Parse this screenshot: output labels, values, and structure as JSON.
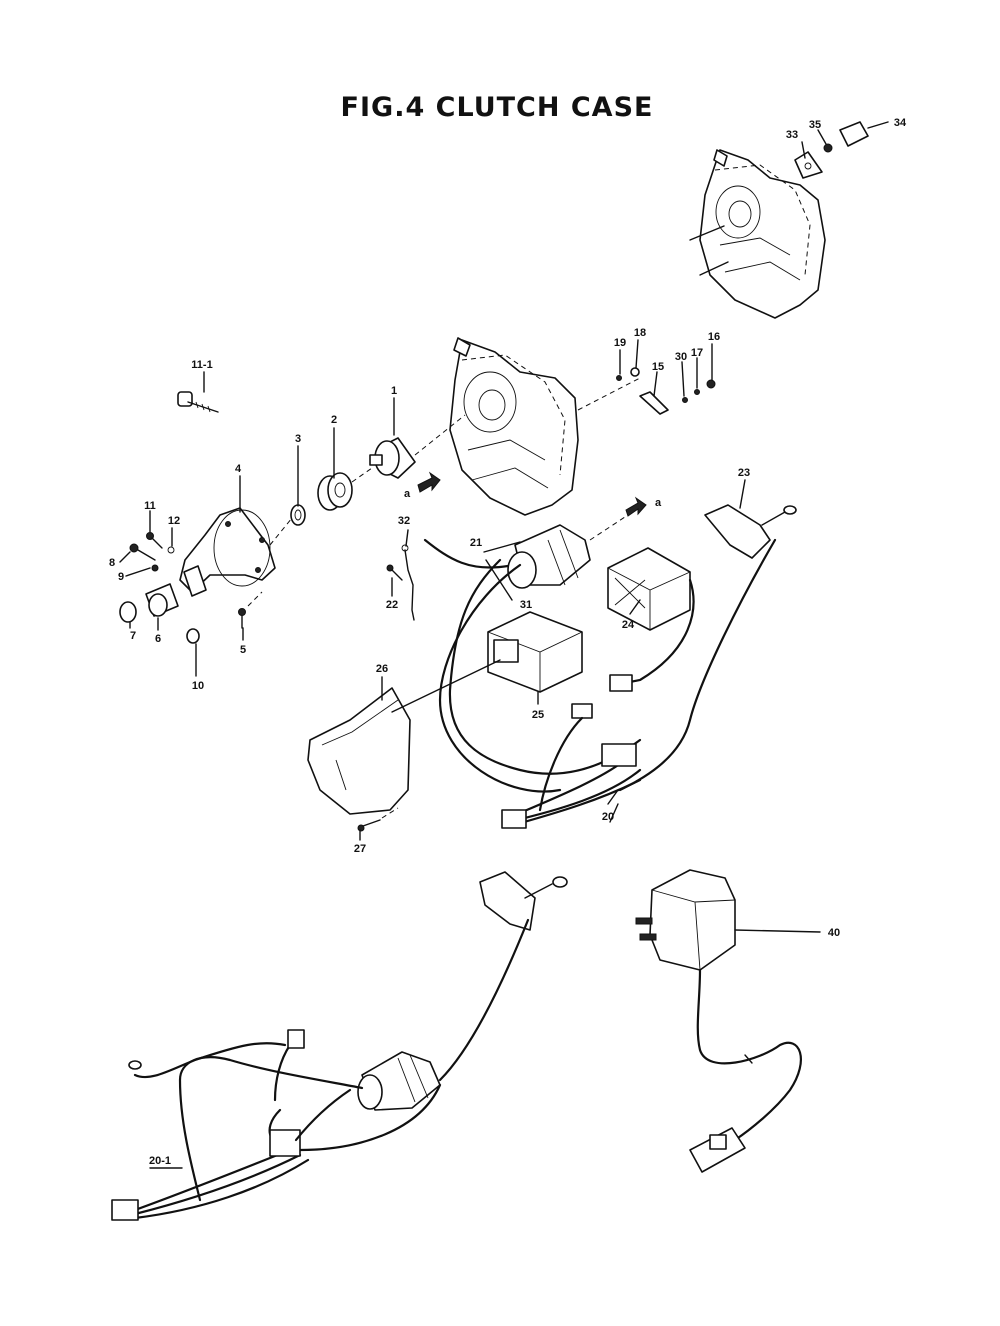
{
  "title": "FIG.4  CLUTCH CASE",
  "parts": [
    {
      "id": "p1",
      "label": "1"
    },
    {
      "id": "p2",
      "label": "2"
    },
    {
      "id": "p3",
      "label": "3"
    },
    {
      "id": "p4",
      "label": "4"
    },
    {
      "id": "p5",
      "label": "5"
    },
    {
      "id": "p6",
      "label": "6"
    },
    {
      "id": "p7",
      "label": "7"
    },
    {
      "id": "p8",
      "label": "8"
    },
    {
      "id": "p9",
      "label": "9"
    },
    {
      "id": "p10",
      "label": "10"
    },
    {
      "id": "p11",
      "label": "11"
    },
    {
      "id": "p11_1",
      "label": "11-1"
    },
    {
      "id": "p12",
      "label": "12"
    },
    {
      "id": "p15",
      "label": "15"
    },
    {
      "id": "p16",
      "label": "16"
    },
    {
      "id": "p17",
      "label": "17"
    },
    {
      "id": "p18",
      "label": "18"
    },
    {
      "id": "p19",
      "label": "19"
    },
    {
      "id": "p20",
      "label": "20"
    },
    {
      "id": "p20_1",
      "label": "20-1"
    },
    {
      "id": "p21",
      "label": "21"
    },
    {
      "id": "p22",
      "label": "22"
    },
    {
      "id": "p23",
      "label": "23"
    },
    {
      "id": "p24",
      "label": "24"
    },
    {
      "id": "p25",
      "label": "25"
    },
    {
      "id": "p26",
      "label": "26"
    },
    {
      "id": "p27",
      "label": "27"
    },
    {
      "id": "p30",
      "label": "30"
    },
    {
      "id": "p31",
      "label": "31"
    },
    {
      "id": "p32",
      "label": "32"
    },
    {
      "id": "p33",
      "label": "33"
    },
    {
      "id": "p34",
      "label": "34"
    },
    {
      "id": "p35",
      "label": "35"
    },
    {
      "id": "p40",
      "label": "40"
    }
  ],
  "markers": {
    "a1": "a",
    "a2": "a"
  }
}
